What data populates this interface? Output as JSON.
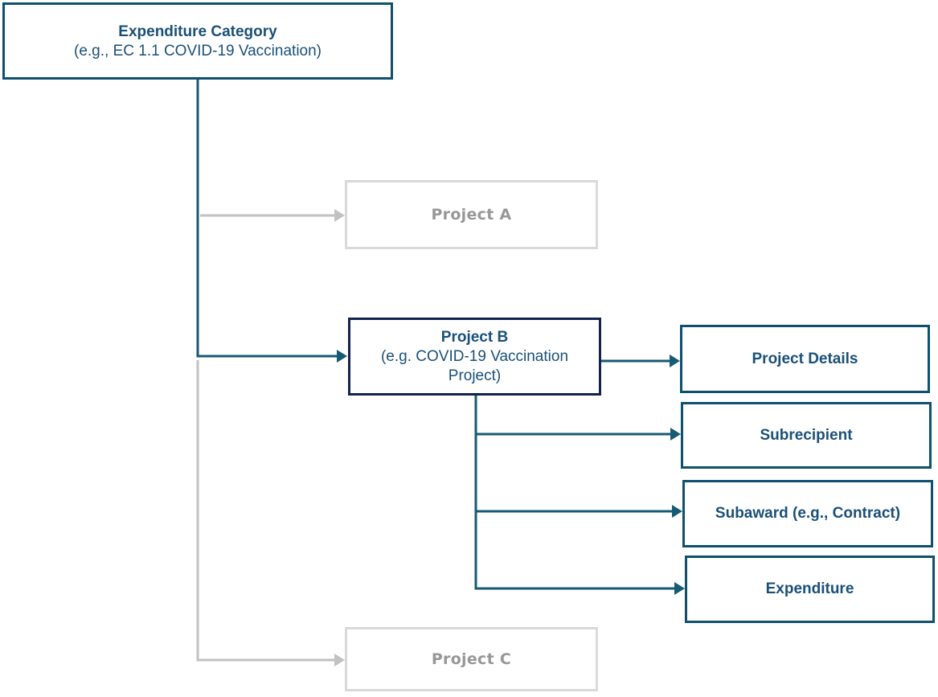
{
  "diagram": {
    "nodes": {
      "expenditure_category": {
        "label": "Expenditure Category",
        "sublabel": "(e.g., EC 1.1 COVID-19 Vaccination)"
      },
      "project_a": {
        "label": "Project A"
      },
      "project_b": {
        "label": "Project B",
        "sublabel": "(e.g. COVID-19 Vaccination Project)"
      },
      "project_c": {
        "label": "Project C"
      },
      "project_details": {
        "label": "Project Details"
      },
      "subrecipient": {
        "label": "Subrecipient"
      },
      "subaward": {
        "label": "Subaward (e.g., Contract)"
      },
      "expenditure": {
        "label": "Expenditure"
      }
    },
    "connections": [
      {
        "from": "expenditure_category",
        "to": "project_a",
        "style": "gray-arrow"
      },
      {
        "from": "expenditure_category",
        "to": "project_b",
        "style": "dark-arrow"
      },
      {
        "from": "expenditure_category",
        "to": "project_c",
        "style": "gray-arrow"
      },
      {
        "from": "project_b",
        "to": "project_details",
        "style": "dark-arrow"
      },
      {
        "from": "project_b",
        "to": "subrecipient",
        "style": "dark-arrow"
      },
      {
        "from": "project_b",
        "to": "subaward",
        "style": "dark-arrow"
      },
      {
        "from": "project_b",
        "to": "expenditure",
        "style": "dark-arrow"
      }
    ],
    "colors": {
      "teal_border": "#0f506f",
      "navy_border": "#13224e",
      "connector_dark": "#175a74",
      "connector_gray": "#c2c2c2",
      "gray_border": "#d9d9d9",
      "gray_text": "#979797",
      "dark_text": "#1a5078",
      "background": "#ffffff"
    }
  }
}
